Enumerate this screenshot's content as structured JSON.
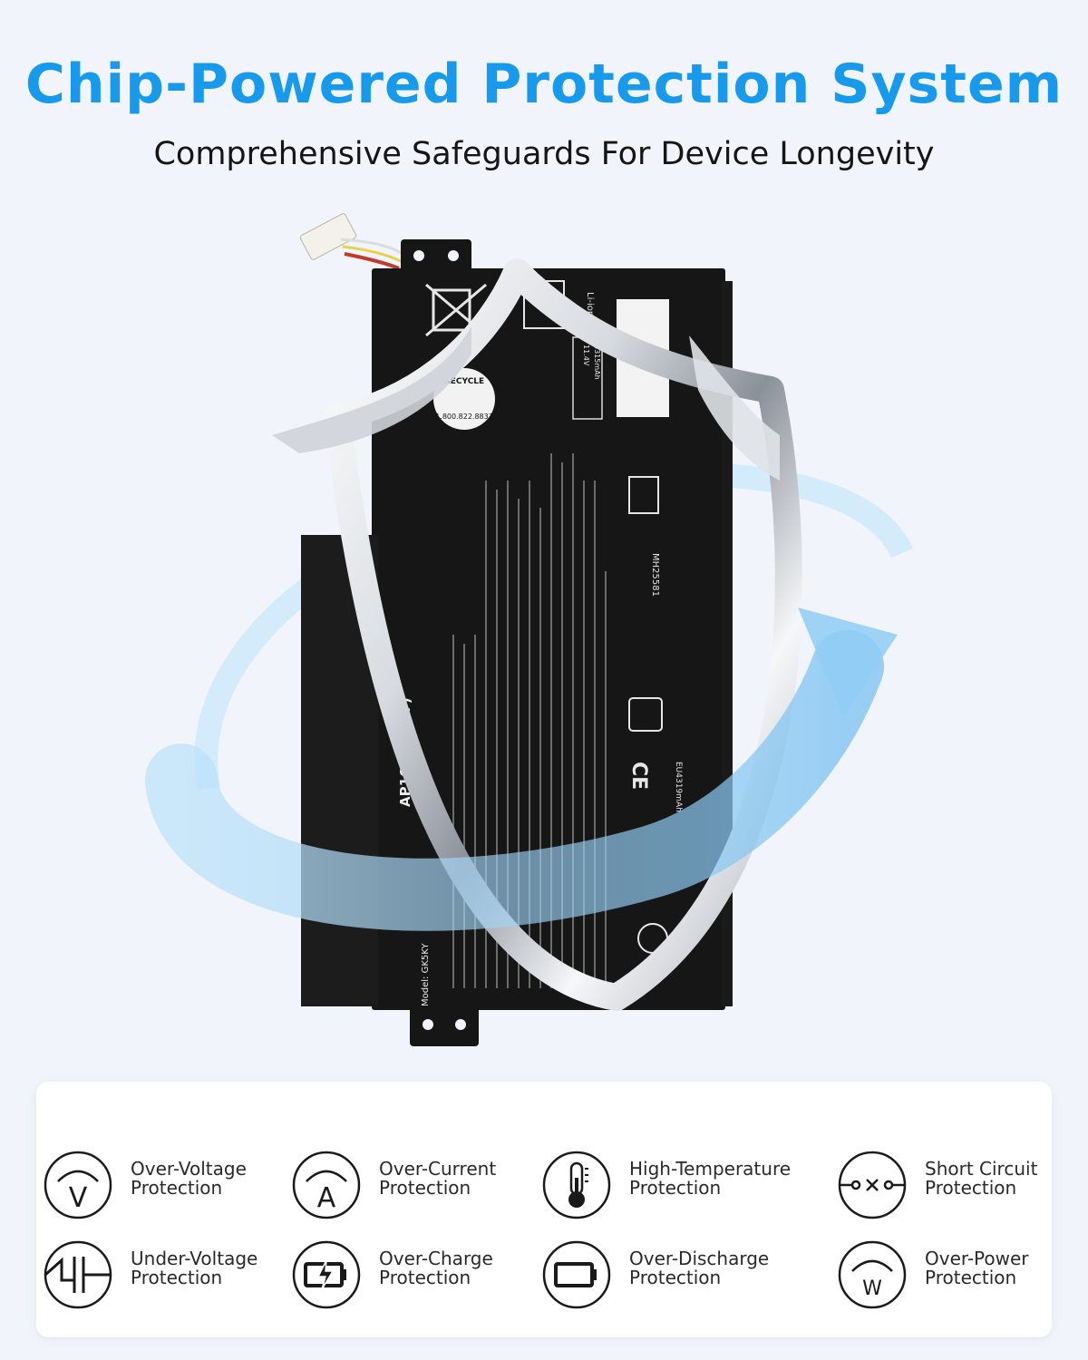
{
  "header": {
    "title": "Chip-Powered Protection System",
    "subtitle": "Comprehensive Safeguards For Device Longevity"
  },
  "colors": {
    "title": "#1799ec",
    "background": "#f1f5fb",
    "battery": "#161616",
    "arrow": "#a7d8f7"
  },
  "battery_labels": {
    "recycle": "RECYCLE",
    "phone": "1.800.822.8837",
    "model_title": "AP16C (56/77)",
    "model": "Model: GK5KY",
    "chemistry": "Li-ion 00",
    "voltage": "11.4V",
    "capacity": "4315mAh",
    "cert_ul": "MH25581",
    "cert_ce": "CE",
    "energy": "EU4319mAh"
  },
  "features": [
    {
      "icon": "over-voltage-icon",
      "line1": "Over-Voltage",
      "line2": "Protection",
      "glyph": "V"
    },
    {
      "icon": "over-current-icon",
      "line1": "Over-Current",
      "line2": "Protection",
      "glyph": "A"
    },
    {
      "icon": "thermometer-icon",
      "line1": "High-Temperature",
      "line2": "Protection"
    },
    {
      "icon": "short-circuit-icon",
      "line1": "Short Circuit",
      "line2": "Protection"
    },
    {
      "icon": "under-voltage-icon",
      "line1": "Under-Voltage",
      "line2": "Protection"
    },
    {
      "icon": "battery-charging-icon",
      "line1": "Over-Charge",
      "line2": "Protection"
    },
    {
      "icon": "battery-empty-icon",
      "line1": "Over-Discharge",
      "line2": "Protection"
    },
    {
      "icon": "over-power-icon",
      "line1": "Over-Power",
      "line2": "Protection",
      "glyph": "W"
    }
  ]
}
